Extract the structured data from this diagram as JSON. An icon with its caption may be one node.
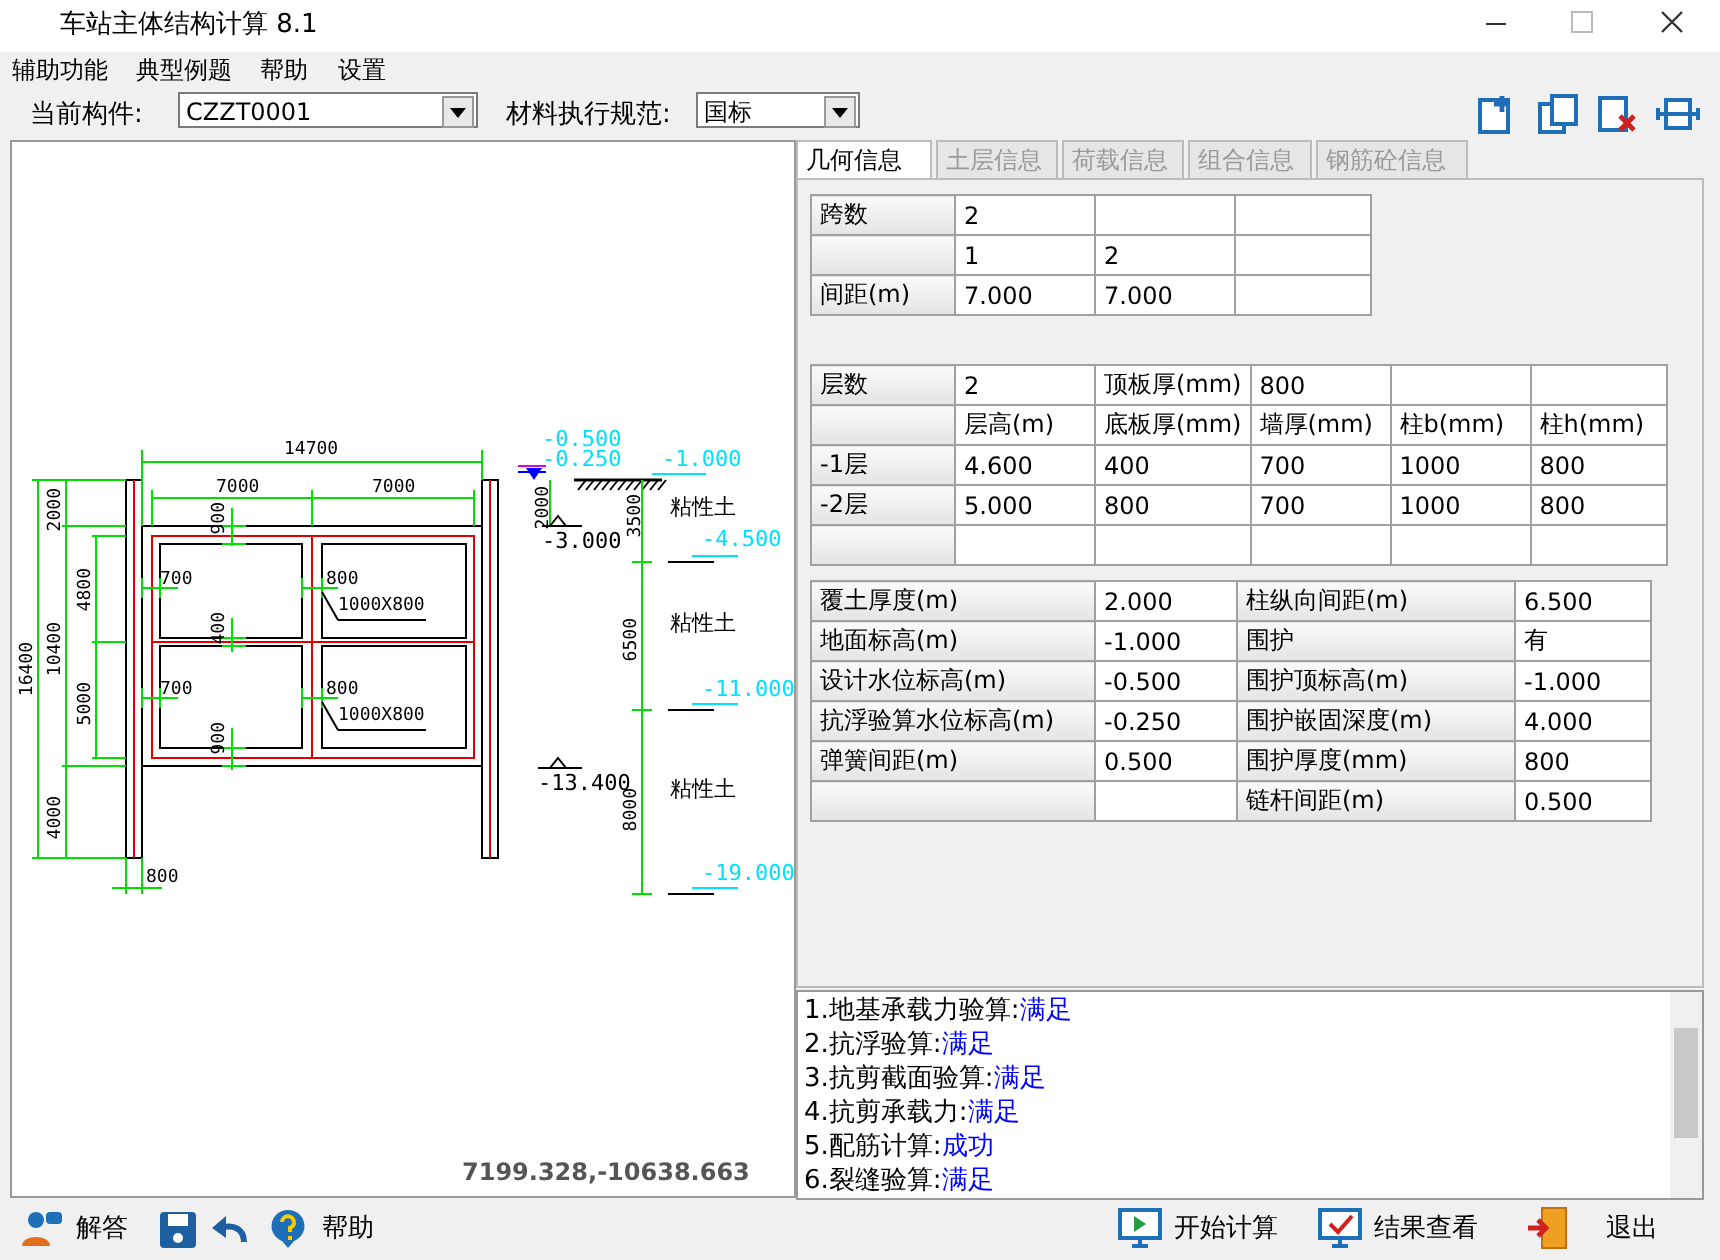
{
  "diagram": {
    "title": "车站主体结构计算 8.1",
    "labels": [
      "辅助功能",
      "典型例题",
      "帮助",
      "设置",
      "当前构件:",
      "CZZT0001",
      "材料执行规范:",
      "国标",
      "几何信息",
      "土层信息",
      "荷载信息",
      "组合信息",
      "钢筋砼信息",
      "跨数",
      "2",
      "1",
      "2",
      "间距(m)",
      "7.000",
      "7.000",
      "层数",
      "2",
      "顶板厚(mm)",
      "800",
      "层高(m)",
      "底板厚(mm)",
      "墙厚(mm)",
      "柱b(mm)",
      "柱h(mm)",
      "-1层",
      "4.600",
      "400",
      "700",
      "1000",
      "800",
      "-2层",
      "5.000",
      "800",
      "700",
      "1000",
      "800",
      "覆土厚度(m)",
      "2.000",
      "柱纵向间距(m)",
      "6.500",
      "地面标高(m)",
      "-1.000",
      "围护",
      "有",
      "设计水位标高(m)",
      "-0.500",
      "围护顶标高(m)",
      "-1.000",
      "抗浮验算水位标高(m)",
      "-0.250",
      "围护嵌固深度(m)",
      "4.000",
      "弹簧间距(m)",
      "0.500",
      "围护厚度(mm)",
      "800",
      "链杆间距(m)",
      "0.500",
      "14700",
      "7000",
      "7000",
      "2000",
      "4800",
      "10400",
      "5000",
      "16400",
      "4000",
      "900",
      "700",
      "800",
      "1000X800",
      "400",
      "700",
      "800",
      "1000X800",
      "900",
      "800",
      "-0.500",
      "-0.250",
      "-1.000",
      "2000",
      "-3.000",
      "3500",
      "粘性土",
      "-4.500",
      "6500",
      "粘性土",
      "-11.000",
      "-13.400",
      "8000",
      "粘性土",
      "-19.000",
      "7199.328,-10638.663",
      "1.地基承载力验算:",
      "满足",
      "2.抗浮验算:",
      "满足",
      "3.抗剪截面验算:",
      "满足",
      "4.抗剪承载力:",
      "满足",
      "5.配筋计算:",
      "成功",
      "6.裂缝验算:",
      "满足",
      "解答",
      "帮助",
      "开始计算",
      "结果查看",
      "退出"
    ]
  }
}
